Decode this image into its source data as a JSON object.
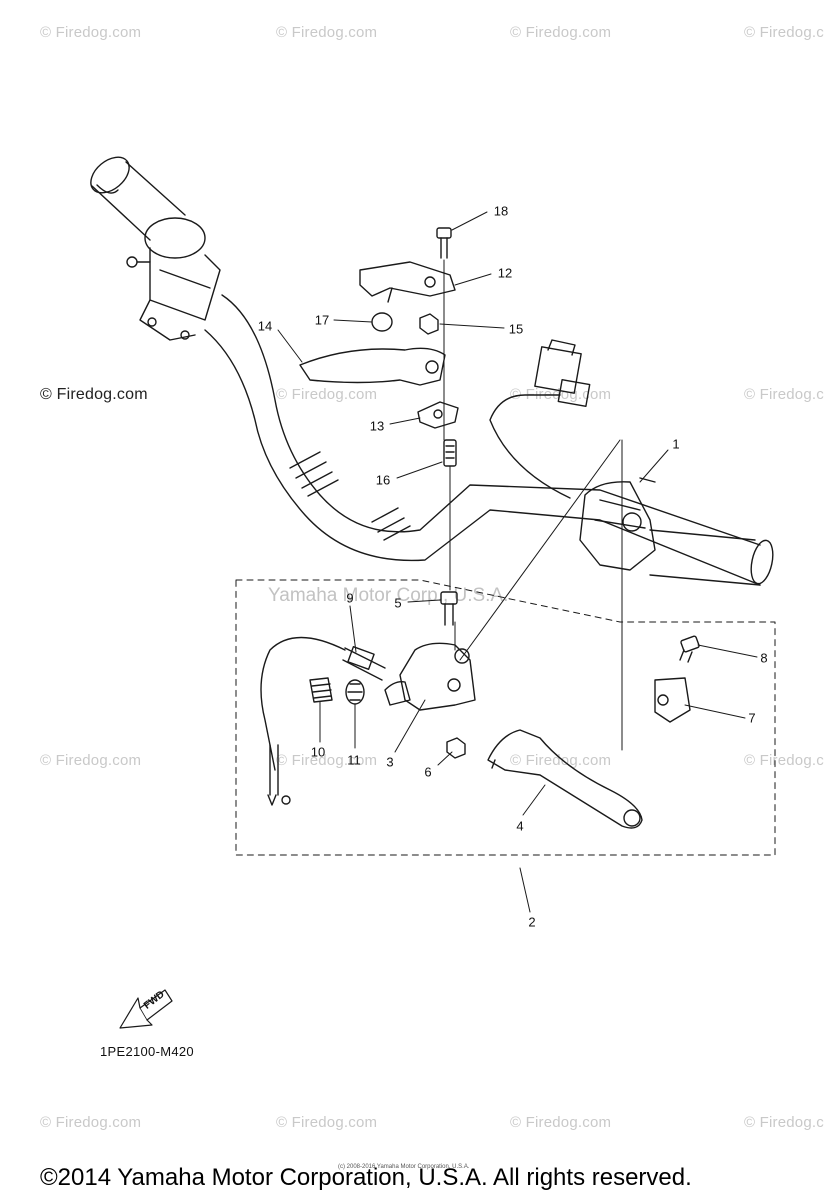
{
  "watermarks": {
    "text": "© Firedog.com",
    "corp_text": "Yamaha Motor Corp., U.S.A."
  },
  "callouts": [
    "1",
    "2",
    "3",
    "4",
    "5",
    "6",
    "7",
    "8",
    "9",
    "10",
    "11",
    "12",
    "13",
    "14",
    "15",
    "16",
    "17",
    "18"
  ],
  "direction_label": "FWD",
  "diagram_code": "1PE2100-M420",
  "tiny_note": "(c) 2008-2016 Yamaha Motor Corporation, U.S.A.",
  "footer_copyright": "©2014 Yamaha Motor Corporation, U.S.A. All rights reserved."
}
